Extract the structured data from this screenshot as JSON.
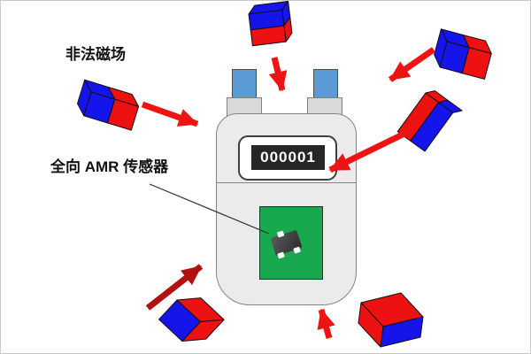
{
  "labels": {
    "illegal_field": "非法磁场",
    "sensor": "全向 AMR 传感器"
  },
  "meter": {
    "counter_value": "000001"
  },
  "colors": {
    "magnet_blue": "#1414eb",
    "magnet_red": "#ee1111",
    "arrow_red": "#ee1414",
    "arrow_dark_red": "#b01212",
    "pipe_blue": "#5b9bd5",
    "body_gray": "#ebebeb",
    "pcb_green": "#18a94f",
    "display_bg": "#262626",
    "display_text": "#ffffff"
  }
}
